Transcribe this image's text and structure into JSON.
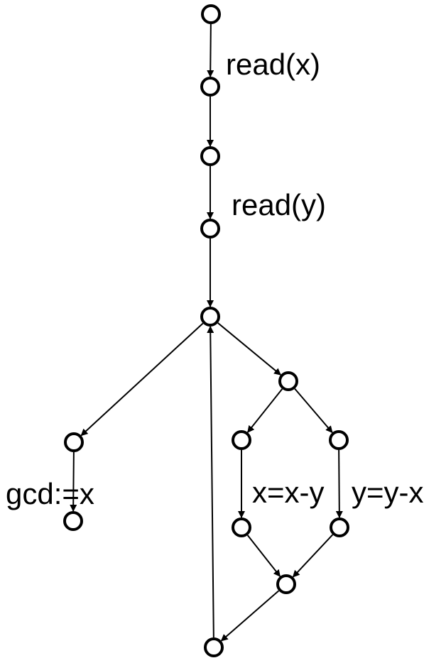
{
  "diagram": {
    "type": "control-flow-graph",
    "nodes": [
      "n1",
      "n2",
      "n3",
      "n4",
      "n5",
      "n6",
      "n7",
      "n8",
      "n9",
      "n10",
      "n11",
      "n12",
      "n13",
      "n14"
    ],
    "edges": [
      {
        "from": "n1",
        "to": "n2",
        "label": "read(x)"
      },
      {
        "from": "n2",
        "to": "n3",
        "label": ""
      },
      {
        "from": "n3",
        "to": "n4",
        "label": "read(y)"
      },
      {
        "from": "n4",
        "to": "n5",
        "label": ""
      },
      {
        "from": "n5",
        "to": "n7",
        "label": ""
      },
      {
        "from": "n5",
        "to": "n6",
        "label": ""
      },
      {
        "from": "n6",
        "to": "n8",
        "label": ""
      },
      {
        "from": "n6",
        "to": "n9",
        "label": ""
      },
      {
        "from": "n7",
        "to": "n10",
        "label": "gcd:=x"
      },
      {
        "from": "n8",
        "to": "n11",
        "label": "x=x-y"
      },
      {
        "from": "n9",
        "to": "n12",
        "label": "y=y-x"
      },
      {
        "from": "n11",
        "to": "n13",
        "label": ""
      },
      {
        "from": "n12",
        "to": "n13",
        "label": ""
      },
      {
        "from": "n13",
        "to": "n14",
        "label": ""
      },
      {
        "from": "n14",
        "to": "n5",
        "label": ""
      }
    ],
    "labels": {
      "read_x": "read(x)",
      "read_y": "read(y)",
      "gcd": "gcd:=x",
      "x_minus_y": "x=x-y",
      "y_minus_x": "y=y-x"
    }
  }
}
